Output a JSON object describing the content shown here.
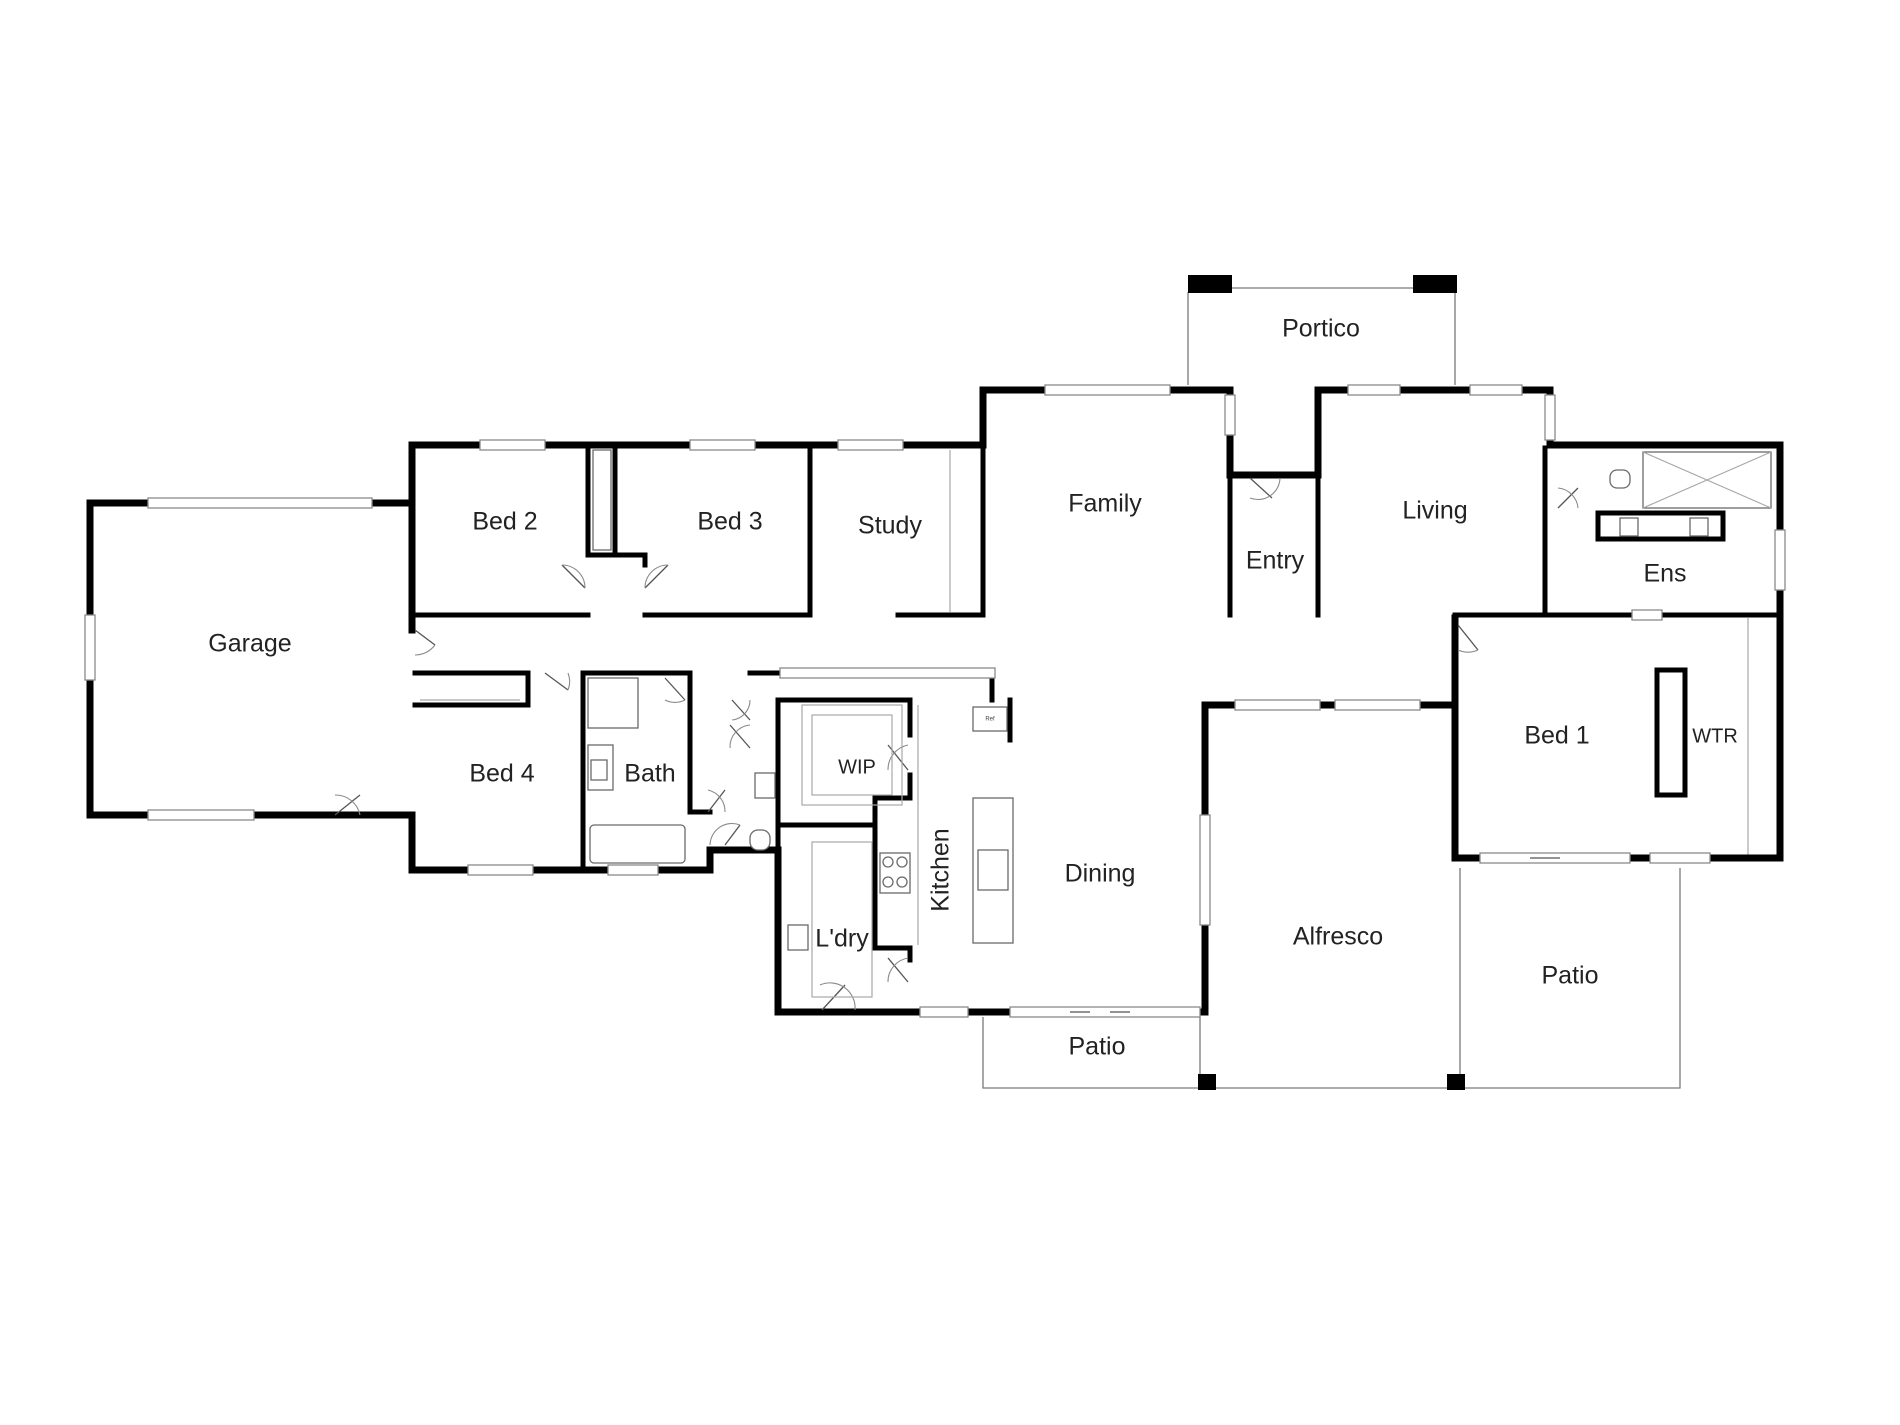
{
  "plan": {
    "rooms": {
      "portico": "Portico",
      "family": "Family",
      "entry": "Entry",
      "living": "Living",
      "ens": "Ens",
      "garage": "Garage",
      "bed2": "Bed 2",
      "bed3": "Bed 3",
      "study": "Study",
      "bed4": "Bed 4",
      "bath": "Bath",
      "wip": "WIP",
      "kitchen": "Kitchen",
      "dining": "Dining",
      "laundry": "L'dry",
      "alfresco": "Alfresco",
      "bed1": "Bed 1",
      "wtr": "WTR",
      "patio_rear": "Patio",
      "patio_side": "Patio"
    },
    "fixtures": {
      "fridge": "Ref"
    }
  }
}
